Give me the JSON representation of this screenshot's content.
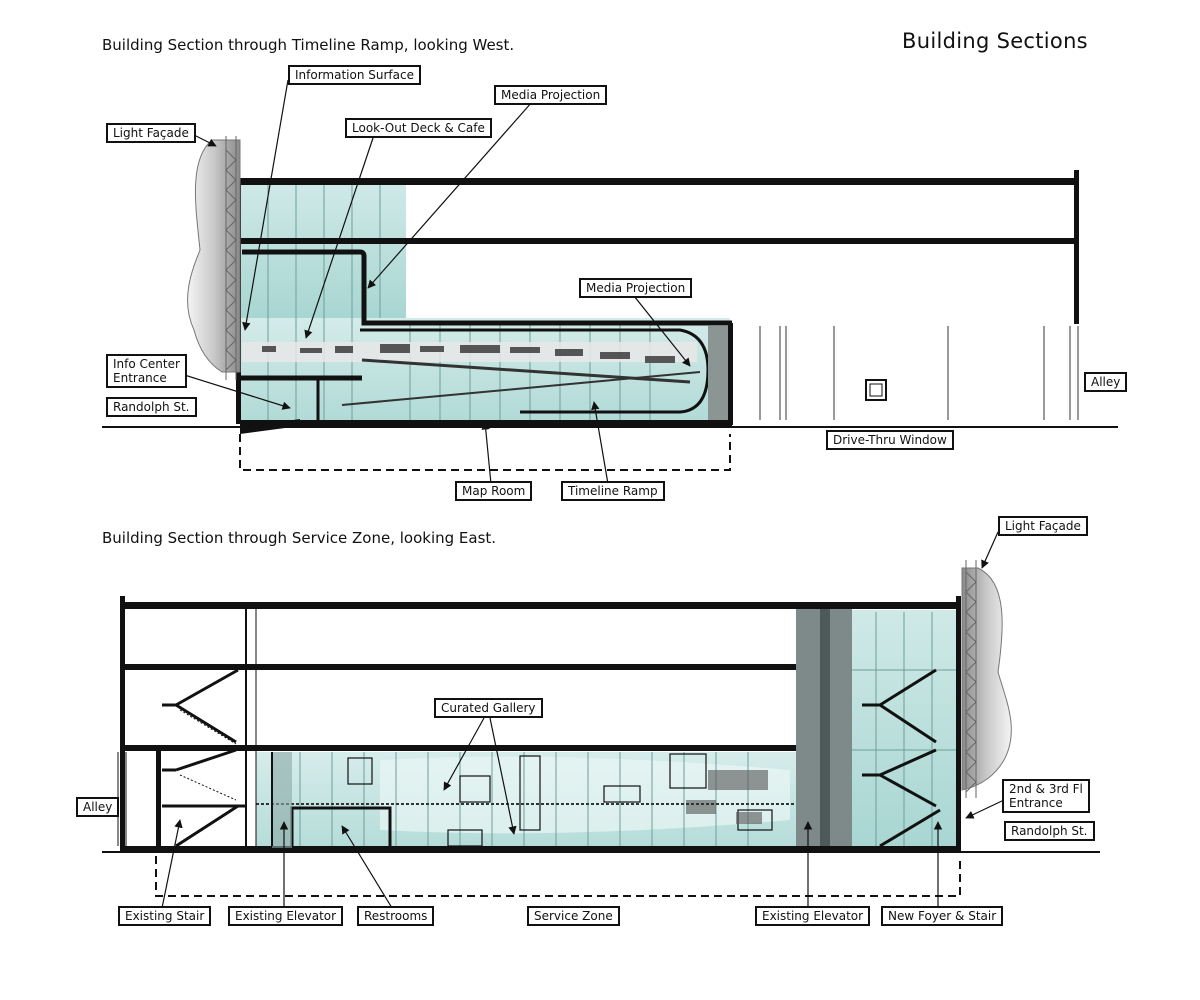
{
  "header": {
    "main_title": "Building Sections",
    "section_top": "Building Section through Timeline Ramp, looking West.",
    "section_bottom": "Building Section through Service Zone, looking East."
  },
  "top_section": {
    "labels": {
      "information_surface": "Information Surface",
      "media_projection_upper": "Media Projection",
      "look_out_deck": "Look-Out Deck & Cafe",
      "light_facade": "Light Façade",
      "media_projection_lower": "Media Projection",
      "info_center_entrance_1": "Info Center",
      "info_center_entrance_2": "Entrance",
      "randolph_st": "Randolph St.",
      "alley": "Alley",
      "drive_thru_window": "Drive-Thru Window",
      "map_room": "Map Room",
      "timeline_ramp": "Timeline Ramp"
    }
  },
  "bottom_section": {
    "labels": {
      "light_facade": "Light Façade",
      "curated_gallery": "Curated Gallery",
      "alley": "Alley",
      "second_third_entrance_1": "2nd & 3rd Fl",
      "second_third_entrance_2": "Entrance",
      "randolph_st": "Randolph St.",
      "existing_stair": "Existing Stair",
      "existing_elevator_left": "Existing Elevator",
      "restrooms": "Restrooms",
      "service_zone": "Service Zone",
      "existing_elevator_right": "Existing Elevator",
      "new_foyer_stair": "New Foyer & Stair"
    }
  },
  "colors": {
    "glass": "#bfe3e0",
    "glass_dark": "#9ccfcb",
    "structure": "#111111",
    "elevator_core": "#7d8a89",
    "facade": "#d9d9d9"
  }
}
